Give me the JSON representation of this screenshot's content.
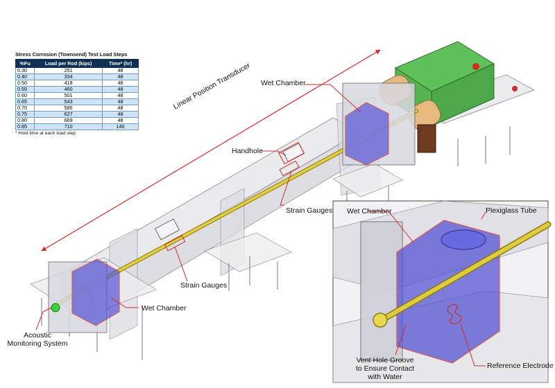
{
  "table": {
    "title": "Stress Corrosion (Townsend) Test Load Steps",
    "headers": [
      "%Fu",
      "Load per Rod (kips)",
      "Time* (hr)"
    ],
    "rows": [
      [
        "0.30",
        "251",
        "48"
      ],
      [
        "0.40",
        "334",
        "48"
      ],
      [
        "0.50",
        "418",
        "48"
      ],
      [
        "0.55",
        "460",
        "48"
      ],
      [
        "0.60",
        "501",
        "48"
      ],
      [
        "0.65",
        "543",
        "48"
      ],
      [
        "0.70",
        "585",
        "48"
      ],
      [
        "0.75",
        "627",
        "48"
      ],
      [
        "0.80",
        "669",
        "48"
      ],
      [
        "0.85",
        "710",
        "140"
      ]
    ],
    "note": "* Hold time at each load step"
  },
  "labels": {
    "wet_chamber_top": "Wet Chamber",
    "linear_position_transducer": "Linear Position Transducer",
    "handhole": "Handhole",
    "strain_gauges_right": "Strain Gauges",
    "strain_gauges_left": "Strain Gauges",
    "wet_chamber_bottom": "Wet Chamber",
    "acoustic_line1": "Acoustic",
    "acoustic_line2": "Monitoring System",
    "inset_wet_chamber": "Wet Chamber",
    "inset_plexiglass_tube": "Plexiglass Tube",
    "inset_vent_line1": "Vent Hole Groove",
    "inset_vent_line2": "to Ensure Contact",
    "inset_vent_line3": "with Water",
    "inset_reference_electrode": "Reference Electrode"
  },
  "colors": {
    "frame": "#e4e4e8",
    "frame_edge": "#8a8a92",
    "chamber": "#5555d6",
    "chamber_edge": "#d42a2a",
    "rod": "#d8c43a",
    "rod_edge": "#8a7a10",
    "jack_green": "#5fc15a",
    "jack_cylinder": "#e6b97f",
    "wood": "#6b3a1f",
    "leader": "#d42a2a",
    "sensor_green": "#3ad13a"
  }
}
